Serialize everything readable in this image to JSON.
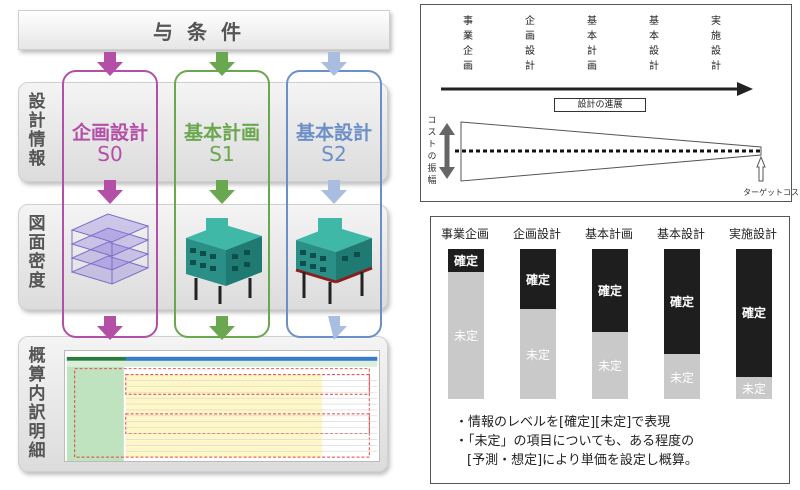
{
  "left_panel": {
    "header": "与条件",
    "row_labels": {
      "info": "設計情報",
      "density": "図面密度",
      "estimate": "概算内訳明細"
    },
    "phases": [
      {
        "name": "企画設計",
        "code": "S0",
        "color": "#b44fa8"
      },
      {
        "name": "基本計画",
        "code": "S1",
        "color": "#6aa84f"
      },
      {
        "name": "基本設計",
        "code": "S2",
        "color": "#6d8fc8"
      }
    ]
  },
  "progress_diagram": {
    "phases": [
      "事業企画",
      "企画設計",
      "基本計画",
      "基本設計",
      "実施設計"
    ],
    "progress_label": "設計の進展",
    "cost_label": "コストの振幅",
    "target_label": "ターゲットコスト"
  },
  "chart_data": {
    "type": "bar",
    "categories": [
      "事業企画",
      "企画設計",
      "基本計画",
      "基本設計",
      "実施設計"
    ],
    "series": [
      {
        "name": "確定",
        "values": [
          15,
          40,
          55,
          70,
          85
        ]
      },
      {
        "name": "未定",
        "values": [
          85,
          60,
          45,
          30,
          15
        ]
      }
    ],
    "ylim": [
      0,
      100
    ]
  },
  "info_levels": {
    "fixed_label": "確定",
    "undecided_label": "未定",
    "notes": [
      "・情報のレベルを[確定][未定]で表現",
      "・「未定」の項目についても、ある程度の",
      "[予測・想定]により単価を設定し概算。"
    ]
  }
}
